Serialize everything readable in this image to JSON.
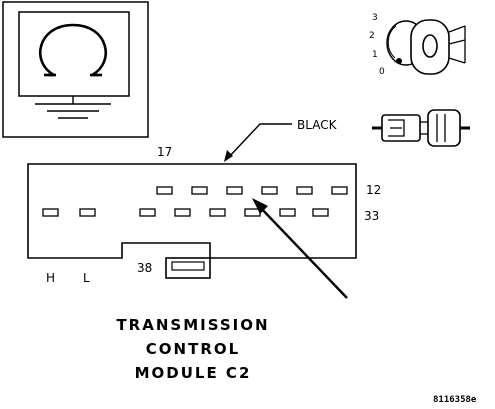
{
  "icons": {
    "ohmmeter": "ohmmeter-icon",
    "ground": "ground-icon",
    "ignition_key": "ignition-key-icon",
    "connector_plug": "connector-plug-icon"
  },
  "ignition": {
    "positions": [
      "3",
      "2",
      "1",
      "0"
    ]
  },
  "connector": {
    "color_label": "BLACK",
    "pin_top_left": "17",
    "pin_top_right": "12",
    "pin_mid_right": "33",
    "pin_bottom": "38",
    "left_labels": [
      "H",
      "L"
    ]
  },
  "caption": {
    "line1": "TRANSMISSION",
    "line2": "CONTROL",
    "line3": "MODULE C2"
  },
  "figure_code": "8116358e"
}
